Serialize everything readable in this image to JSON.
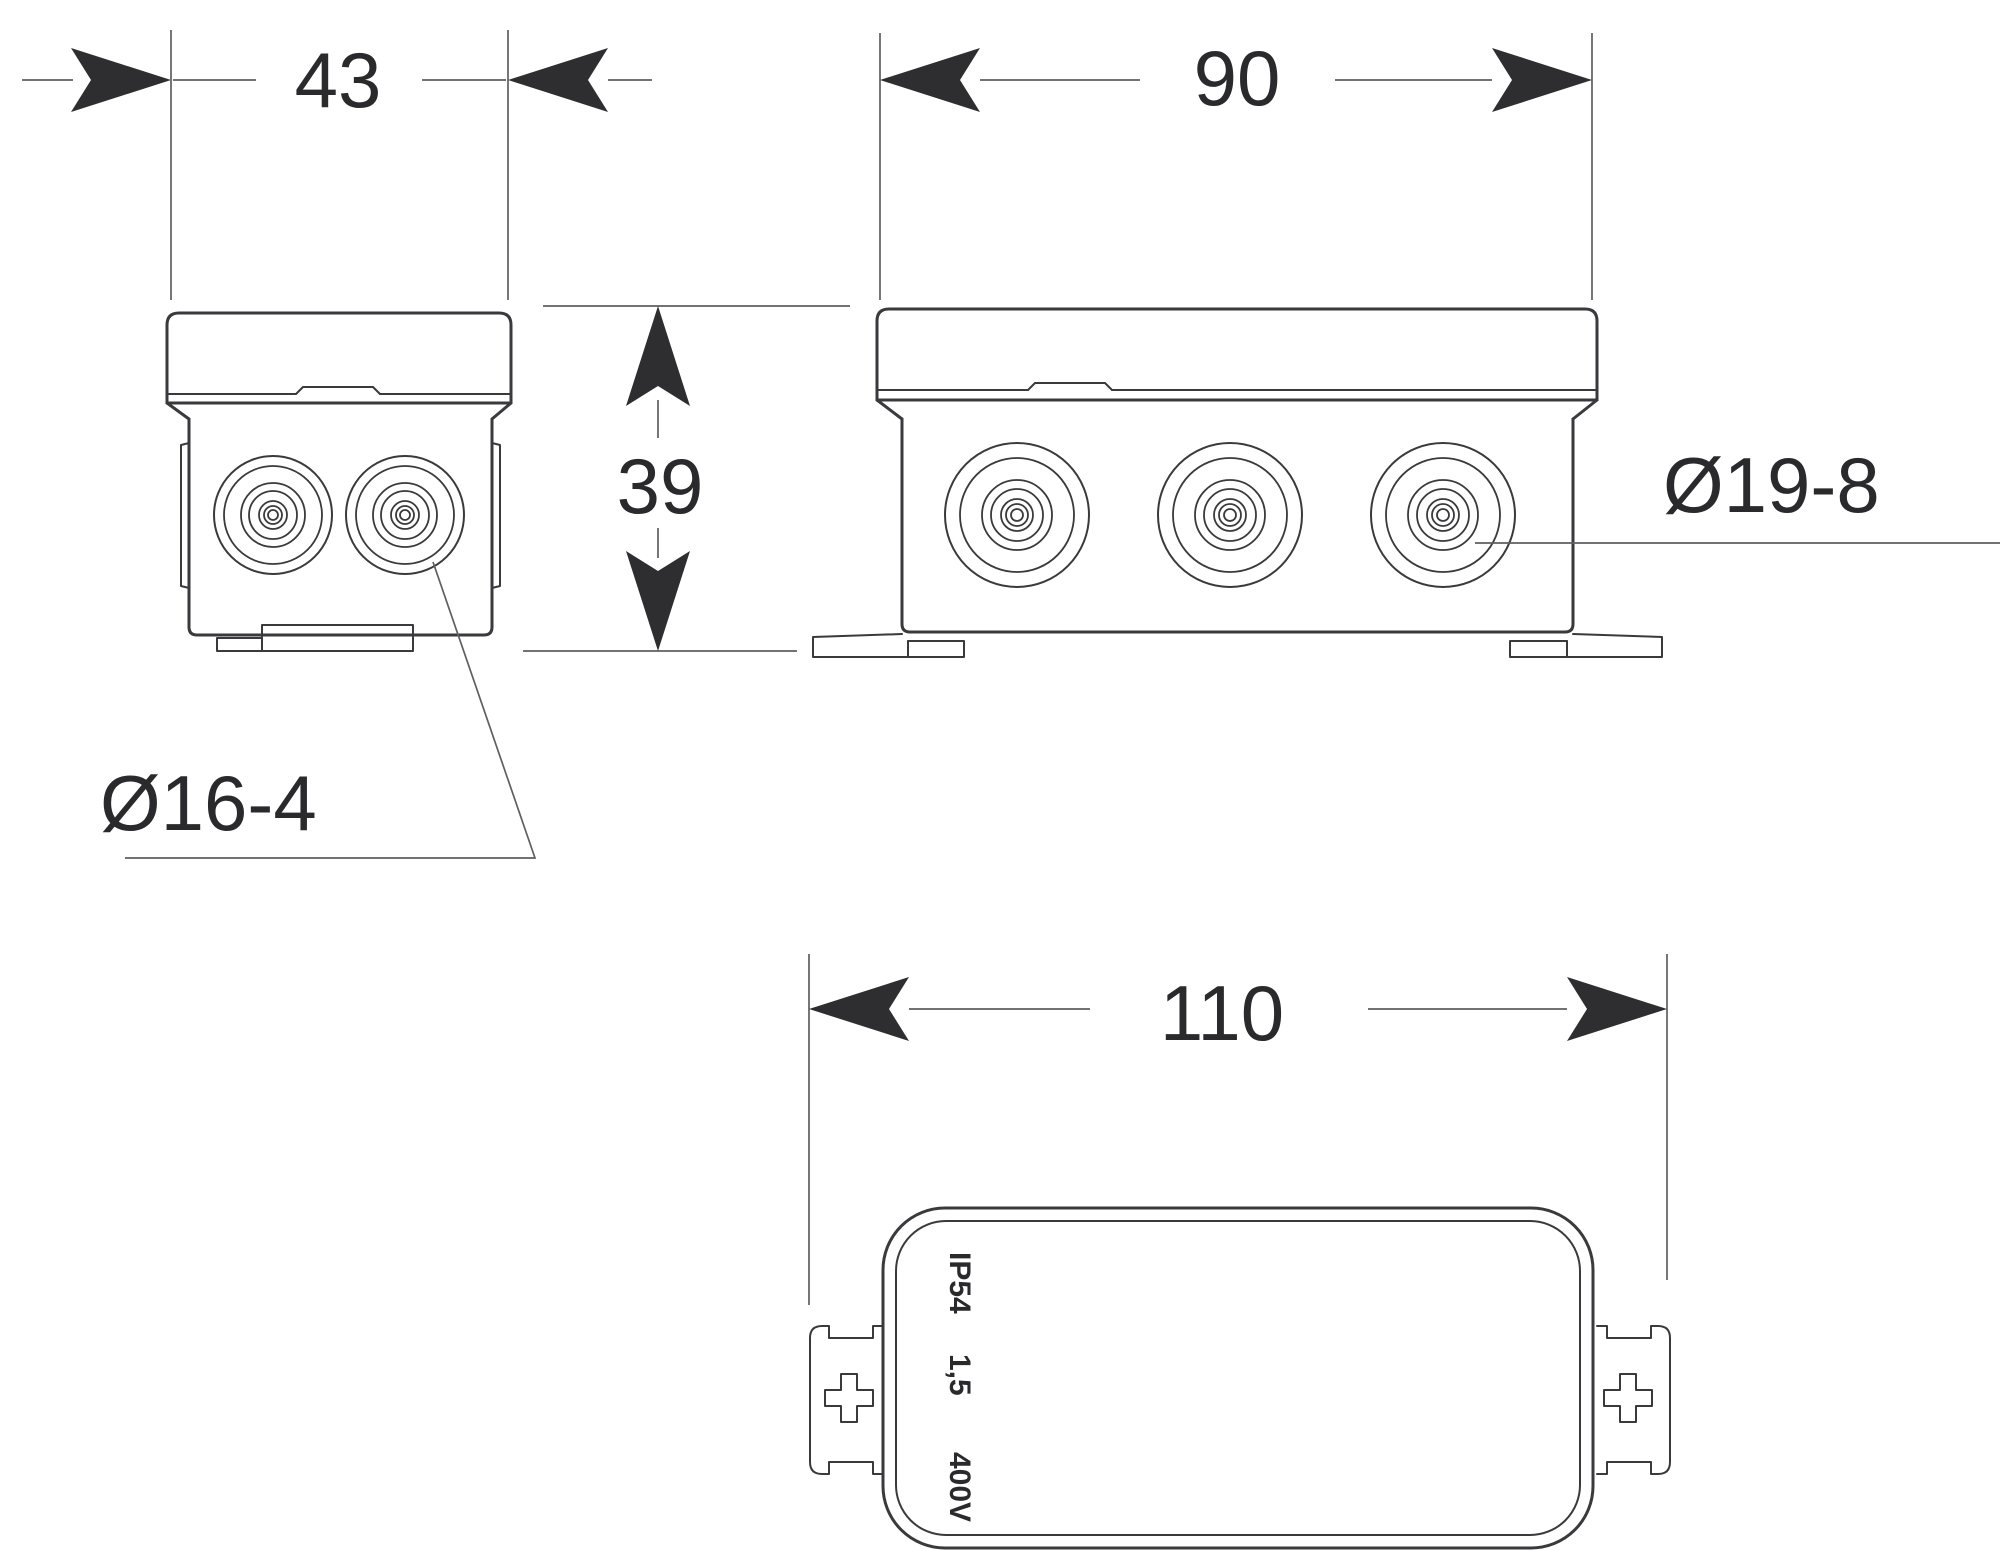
{
  "drawing": {
    "dimensions": {
      "top_width": "43",
      "front_width": "90",
      "height": "39",
      "overall_width": "110"
    },
    "labels": {
      "side_knockouts": "Ø16-4",
      "front_knockouts": "Ø19-8"
    },
    "markings": {
      "ip_rating": "IP54",
      "capacity": "1,5",
      "voltage": "400V"
    },
    "colors": {
      "outline": "#3a3a3c",
      "dimension": "#5f5f61",
      "arrow": "#2e2e30",
      "text": "#2a2a2c",
      "background": "#ffffff"
    }
  }
}
